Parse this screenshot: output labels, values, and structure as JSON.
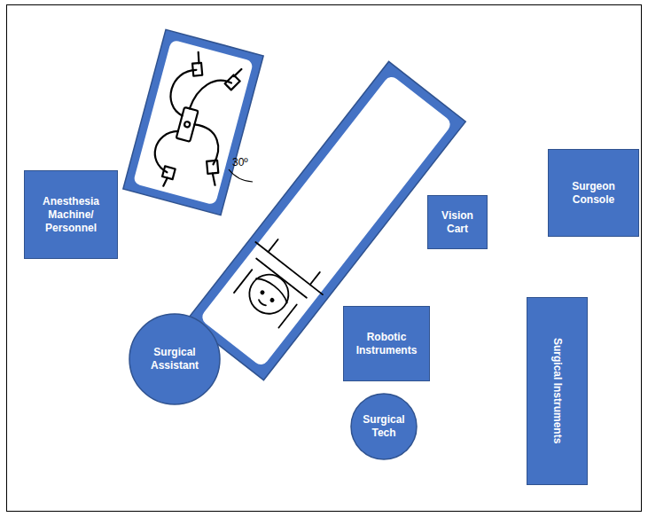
{
  "diagram": {
    "nodes": [
      {
        "text": [
          "Anesthesia Machine/ Personnel"
        ]
      },
      {
        "text": [
          "Vision Cart"
        ]
      },
      {
        "text": [
          "Surgeon Console"
        ]
      },
      {
        "text": [
          "Surgical Assistant"
        ]
      },
      {
        "text": [
          "Robotic Instruments"
        ]
      },
      {
        "text": [
          "Surgical Instruments"
        ]
      },
      {
        "text": [
          "Surgical Tech"
        ]
      }
    ],
    "labels": [
      "30º"
    ]
  }
}
